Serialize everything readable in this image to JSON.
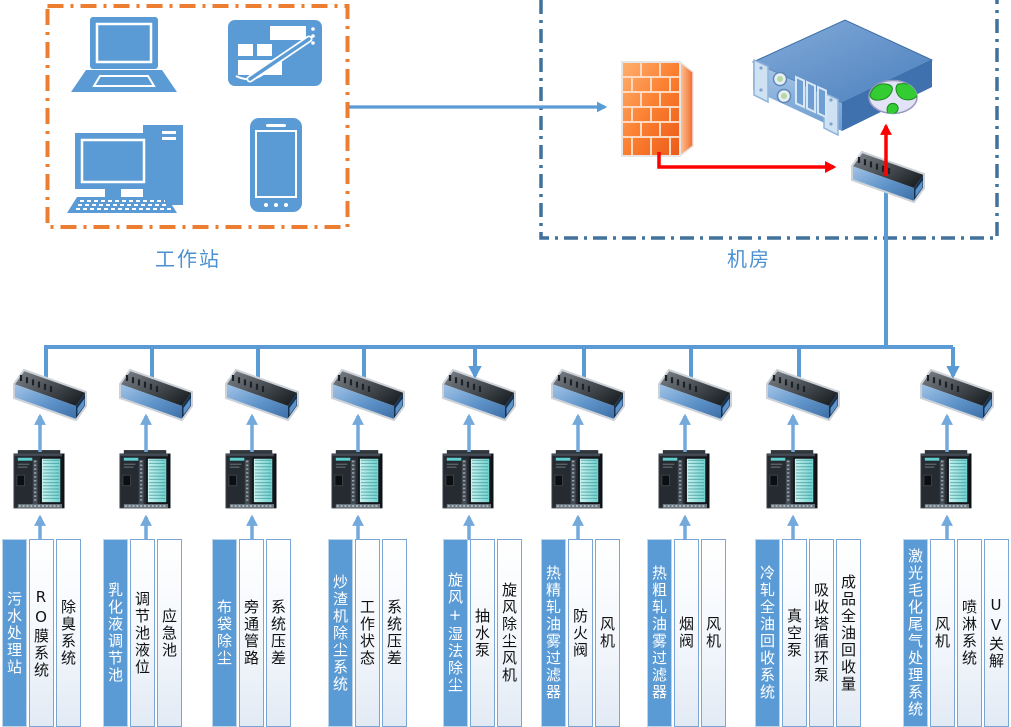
{
  "workstation": {
    "label": "工作站",
    "devices": [
      "laptop-icon",
      "tablet-icon",
      "desktop-icon",
      "smartphone-icon"
    ]
  },
  "machine_room": {
    "label": "机房",
    "devices": [
      "firewall-icon",
      "server-icon",
      "globe-icon",
      "core-switch-icon"
    ]
  },
  "field_units": {
    "count": 9,
    "devices_per_unit": [
      "switch-icon",
      "plc-icon"
    ]
  },
  "colors": {
    "device_blue": "#5B9BD5",
    "workstation_border_orange": "#ED7D31",
    "machine_room_border_blue": "#41719C",
    "connector_blue": "#5B9BD5",
    "connector_light_blue": "#74A9DC",
    "connector_red": "#FF0000",
    "zone_label_blue": "#4A90D2",
    "column_highlight_blue": "#5B9BD5",
    "firewall_orange": "#F4753A"
  },
  "groups": [
    {
      "columns": [
        {
          "text": "污水处理站",
          "highlight": true
        },
        {
          "text": "RO膜系统",
          "highlight": false
        },
        {
          "text": "除臭系统",
          "highlight": false
        }
      ]
    },
    {
      "columns": [
        {
          "text": "乳化液调节池",
          "highlight": true
        },
        {
          "text": "调节池液位",
          "highlight": false
        },
        {
          "text": "应急池",
          "highlight": false
        }
      ]
    },
    {
      "columns": [
        {
          "text": "布袋除尘",
          "highlight": true
        },
        {
          "text": "旁通管路",
          "highlight": false
        },
        {
          "text": "系统压差",
          "highlight": false
        }
      ]
    },
    {
      "columns": [
        {
          "text": "炒渣机除尘系统",
          "highlight": true
        },
        {
          "text": "工作状态",
          "highlight": false
        },
        {
          "text": "系统压差",
          "highlight": false
        }
      ]
    },
    {
      "columns": [
        {
          "text": "旋风+湿法除尘",
          "highlight": true
        },
        {
          "text": "抽水泵",
          "highlight": false
        },
        {
          "text": "旋风除尘风机",
          "highlight": false
        }
      ]
    },
    {
      "columns": [
        {
          "text": "热精轧油雾过滤器",
          "highlight": true
        },
        {
          "text": "防火阀",
          "highlight": false
        },
        {
          "text": "风机",
          "highlight": false
        }
      ]
    },
    {
      "columns": [
        {
          "text": "热粗轧油雾过滤器",
          "highlight": true
        },
        {
          "text": "烟阀",
          "highlight": false
        },
        {
          "text": "风机",
          "highlight": false
        }
      ]
    },
    {
      "columns": [
        {
          "text": "冷轧全油回收系统",
          "highlight": true
        },
        {
          "text": "真空泵",
          "highlight": false
        },
        {
          "text": "吸收塔循环泵",
          "highlight": false
        },
        {
          "text": "成品全油回收量",
          "highlight": false
        }
      ]
    },
    {
      "columns": [
        {
          "text": "激光毛化尾气处理系统",
          "highlight": true
        },
        {
          "text": "风机",
          "highlight": false
        },
        {
          "text": "喷淋系统",
          "highlight": false
        },
        {
          "text": "UV关解",
          "highlight": false
        }
      ]
    }
  ]
}
